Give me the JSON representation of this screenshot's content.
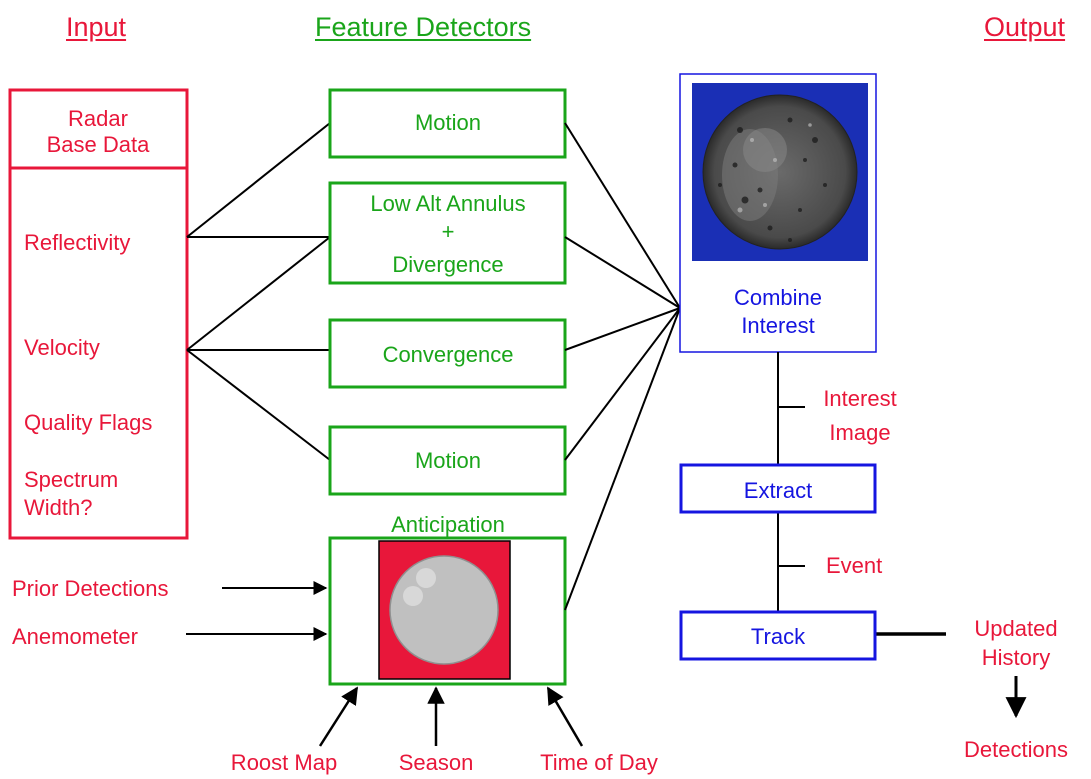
{
  "headers": {
    "input": "Input",
    "features": "Feature Detectors",
    "output": "Output"
  },
  "input_box": {
    "title_line1": "Radar",
    "title_line2": "Base Data",
    "items": [
      "Reflectivity",
      "Velocity",
      "Quality Flags",
      "Spectrum",
      "Width?"
    ]
  },
  "external_inputs": [
    "Prior Detections",
    "Anemometer"
  ],
  "detectors": {
    "motion_top": "Motion",
    "annulus_line1": "Low Alt Annulus",
    "annulus_line2": "+",
    "annulus_line3": "Divergence",
    "convergence": "Convergence",
    "motion_bottom": "Motion",
    "anticipation": "Anticipation"
  },
  "bottom_inputs": [
    "Roost Map",
    "Season",
    "Time of Day"
  ],
  "combine": {
    "line1": "Combine",
    "line2": "Interest"
  },
  "interest_image": {
    "line1": "Interest",
    "line2": "Image"
  },
  "extract": "Extract",
  "event": "Event",
  "track": "Track",
  "updated_history": {
    "line1": "Updated",
    "line2": "History"
  },
  "detections": "Detections",
  "colors": {
    "input": "#e8173a",
    "detector": "#1aa51a",
    "output": "#1515e0",
    "radar_bg": "#1a2fb5",
    "radar_disc": "#4a4a4a",
    "anticipation_bg": "#e8173a",
    "anticipation_disc": "#c0c0c0"
  }
}
